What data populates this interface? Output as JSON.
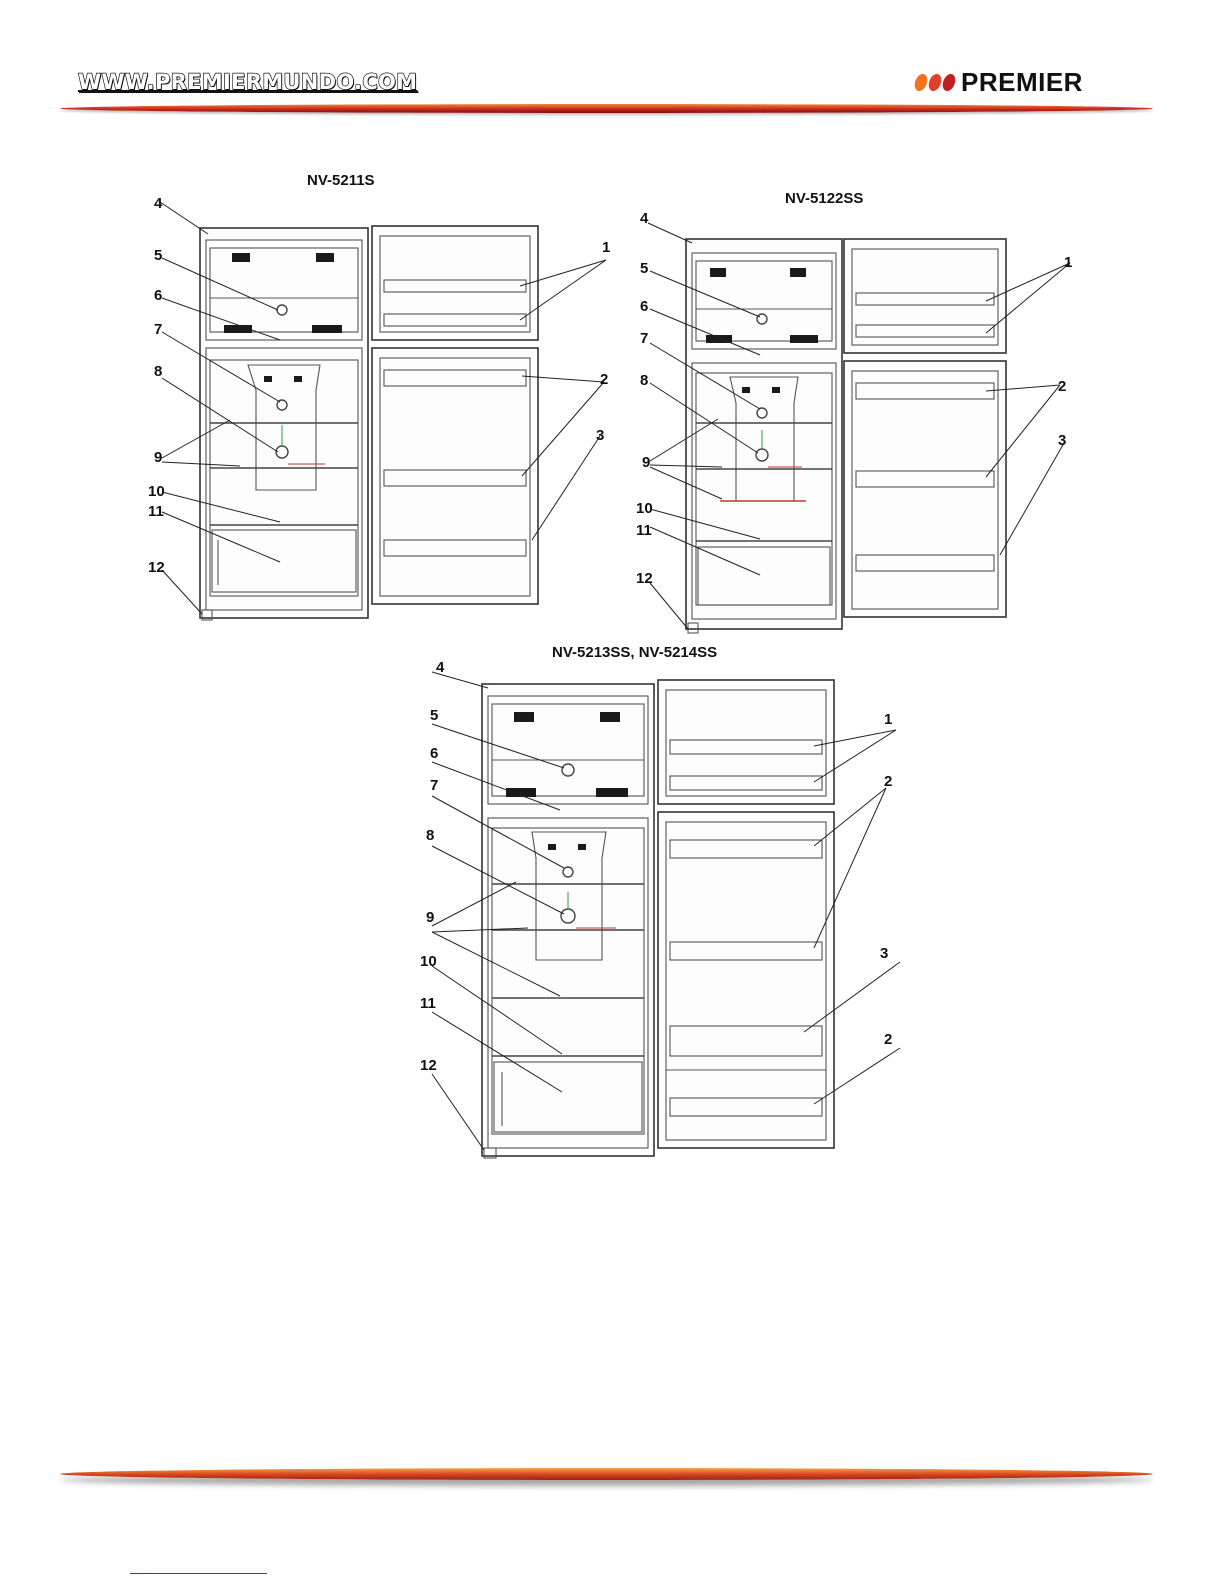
{
  "header": {
    "website": "WWW.PREMIERMUNDO.COM",
    "brand": "PREMIER",
    "brand_dot_colors": [
      "#f2731d",
      "#e0402a",
      "#c11f1f"
    ],
    "rule_colors": [
      "#f28a3a",
      "#c92a1e"
    ]
  },
  "figures": [
    {
      "model": "NV-5211S",
      "callouts_left": [
        "4",
        "5",
        "6",
        "7",
        "8",
        "9",
        "10",
        "11",
        "12"
      ],
      "callouts_right": [
        "1",
        "2",
        "3"
      ]
    },
    {
      "model": "NV-5122SS",
      "callouts_left": [
        "4",
        "5",
        "6",
        "7",
        "8",
        "9",
        "10",
        "11",
        "12"
      ],
      "callouts_right": [
        "1",
        "2",
        "3"
      ]
    },
    {
      "model": "NV-5213SS, NV-5214SS",
      "callouts_left": [
        "4",
        "5",
        "6",
        "7",
        "8",
        "9",
        "10",
        "11",
        "12"
      ],
      "callouts_right": [
        "1",
        "2",
        "3",
        "2"
      ]
    }
  ]
}
